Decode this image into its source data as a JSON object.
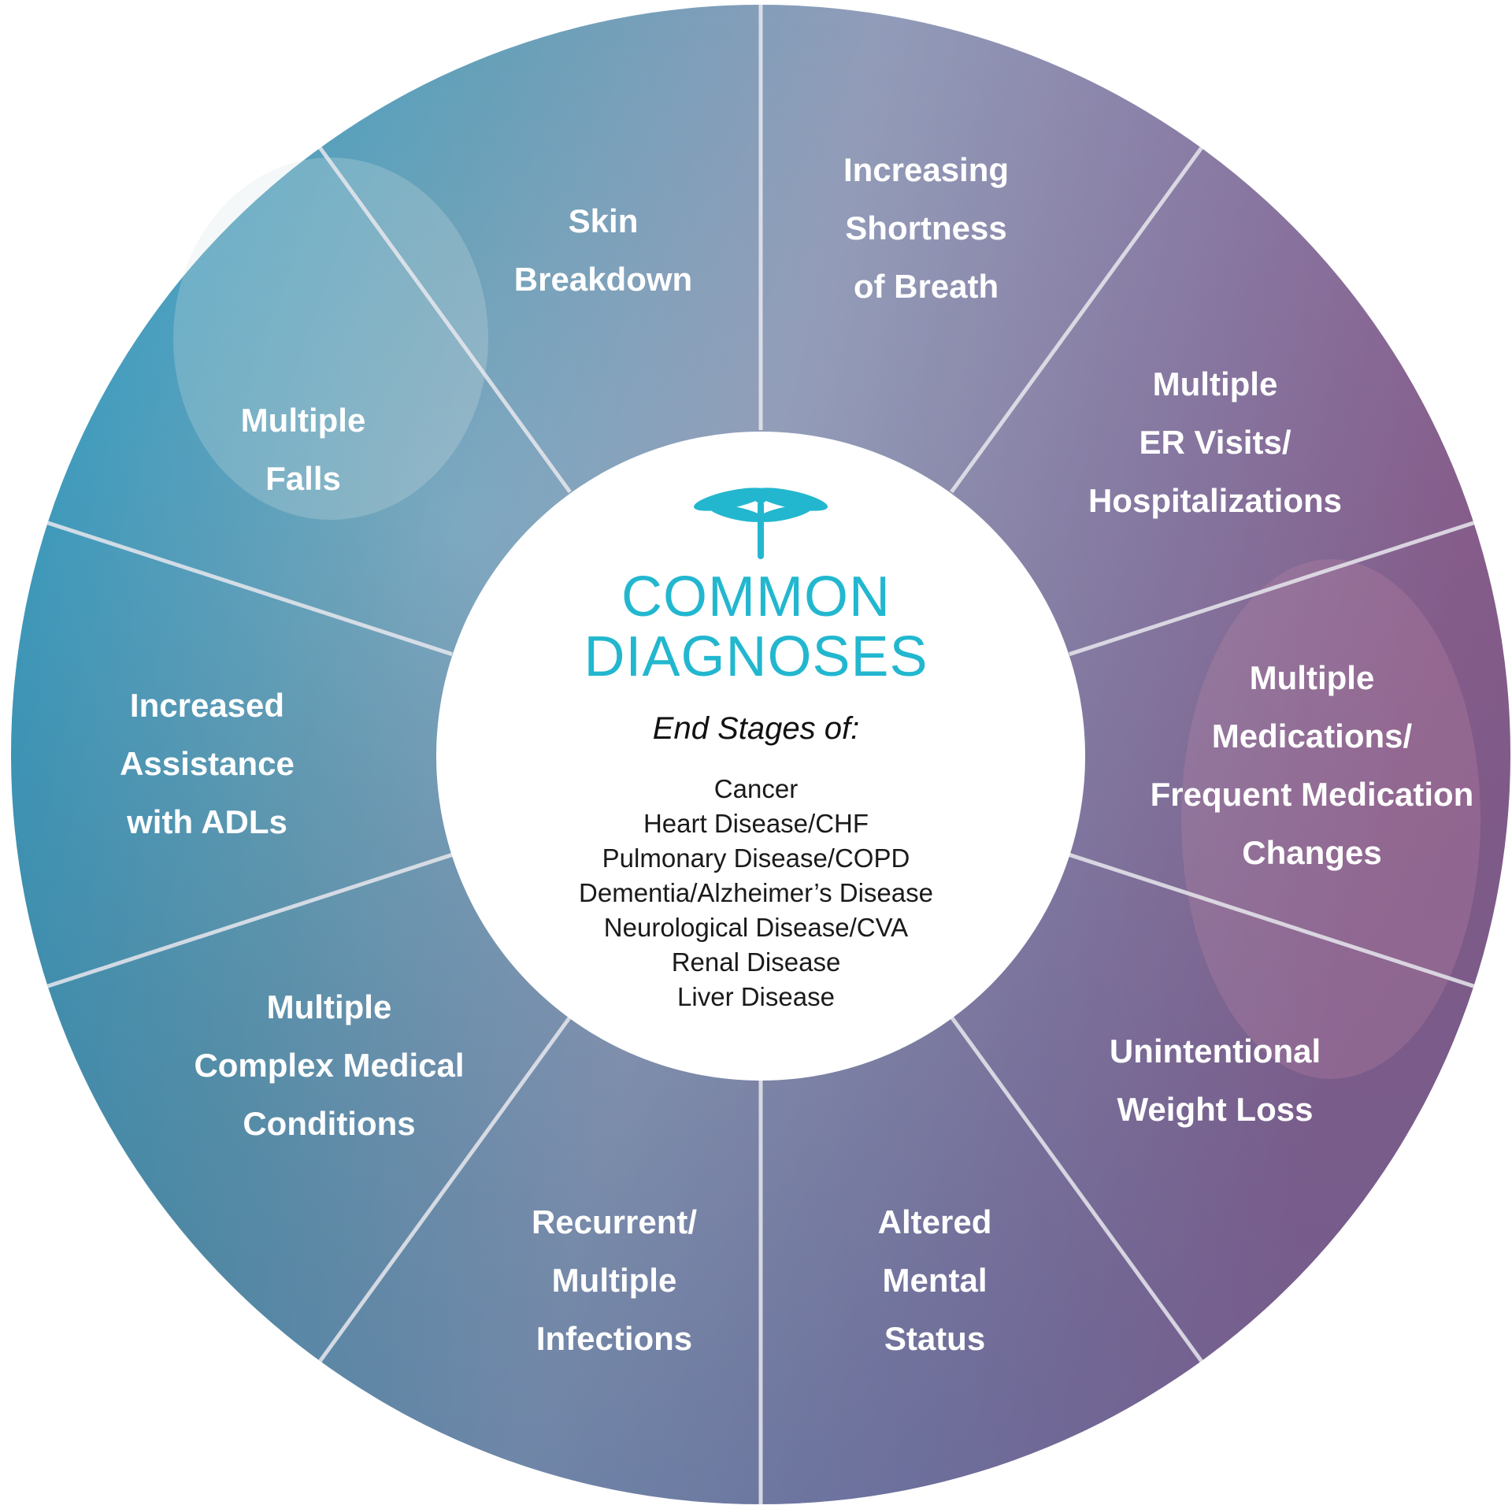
{
  "colors": {
    "teal_accent": "#22b7cf",
    "segment_text": "#ffffff",
    "divider": "#e8e8ee",
    "hub_background": "#ffffff",
    "gradient_left": "#2aa9d4",
    "gradient_mid": "#9ea7c9",
    "gradient_right": "#a070a8"
  },
  "hub": {
    "icon": "dragonfly-icon",
    "title_lines": [
      "COMMON",
      "DIAGNOSES"
    ],
    "subtitle": "End Stages of:",
    "diagnoses": [
      "Cancer",
      "Heart Disease/CHF",
      "Pulmonary Disease/COPD",
      "Dementia/Alzheimer’s Disease",
      "Neurological Disease/CVA",
      "Renal Disease",
      "Liver Disease"
    ]
  },
  "segments": [
    {
      "key": "skin-breakdown",
      "lines": [
        "Skin",
        "Breakdown"
      ]
    },
    {
      "key": "shortness-of-breath",
      "lines": [
        "Increasing",
        "Shortness",
        "of Breath"
      ]
    },
    {
      "key": "er-visits",
      "lines": [
        "Multiple",
        "ER Visits/",
        "Hospitalizations"
      ]
    },
    {
      "key": "multiple-medications",
      "lines": [
        "Multiple",
        "Medications/",
        "Frequent Medication",
        "Changes"
      ]
    },
    {
      "key": "weight-loss",
      "lines": [
        "Unintentional",
        "Weight Loss"
      ]
    },
    {
      "key": "altered-mental-status",
      "lines": [
        "Altered",
        "Mental",
        "Status"
      ]
    },
    {
      "key": "infections",
      "lines": [
        "Recurrent/",
        "Multiple",
        "Infections"
      ]
    },
    {
      "key": "complex-conditions",
      "lines": [
        "Multiple",
        "Complex Medical",
        "Conditions"
      ]
    },
    {
      "key": "assistance-adls",
      "lines": [
        "Increased",
        "Assistance",
        "with ADLs"
      ]
    },
    {
      "key": "multiple-falls",
      "lines": [
        "Multiple",
        "Falls"
      ]
    }
  ]
}
